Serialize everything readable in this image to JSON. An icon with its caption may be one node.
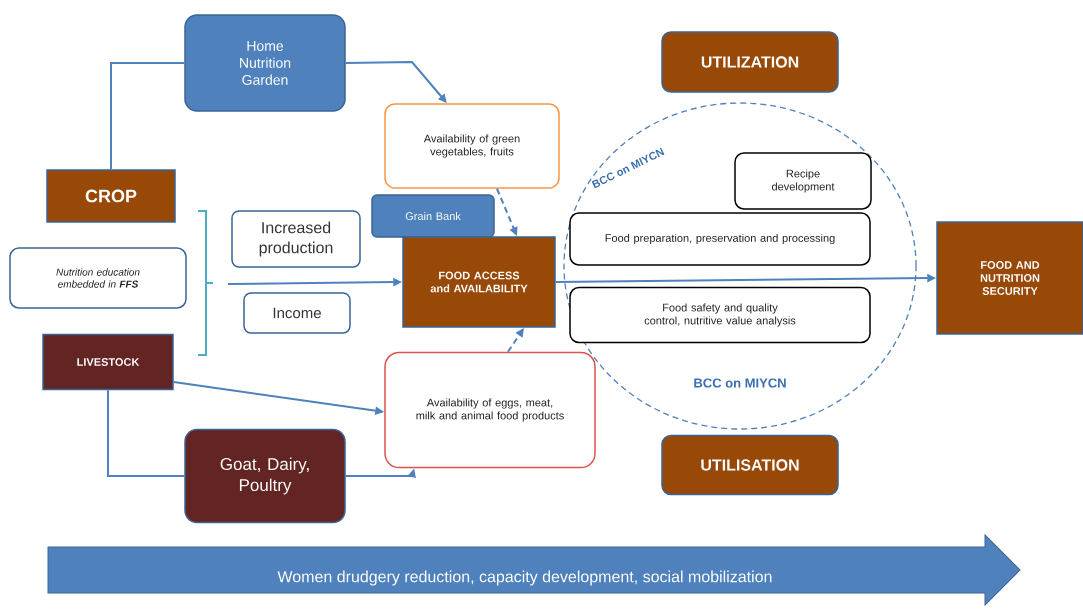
{
  "diagram": {
    "nodes": [
      {
        "text": [
          "Home Nutrition Garden"
        ]
      },
      {
        "text": [
          "UTILIZATION"
        ]
      },
      {
        "text": [
          "Availability of green vegetables, fruits"
        ]
      },
      {
        "text": [
          "CROP"
        ]
      },
      {
        "text": [
          "Recipe development"
        ]
      },
      {
        "text": [
          "Grain Bank"
        ]
      },
      {
        "text": [
          "Nutrition education embedded in **FFS**"
        ]
      },
      {
        "text": [
          "Increased production"
        ]
      },
      {
        "text": [
          "FOOD ACCESS and AVAILABILITY"
        ]
      },
      {
        "text": [
          "Food preparation, preservation and processing"
        ]
      },
      {
        "text": [
          "FOOD AND NUTRITION SECURITY"
        ]
      },
      {
        "text": [
          "Income"
        ]
      },
      {
        "text": [
          "Food safety and quality control, nutritive value analysis"
        ]
      },
      {
        "text": [
          "LIVESTOCK"
        ]
      },
      {
        "text": [
          "Availability of eggs, meat, milk and animal food products"
        ]
      },
      {
        "text": [
          "UTILISATION"
        ]
      },
      {
        "text": [
          "Goat, Dairy, Poultry"
        ]
      },
      {
        "text": [
          "Women drudgery reduction, capacity development, social mobilization"
        ]
      }
    ],
    "edges": [
      {
        "from": 3,
        "to": 0,
        "arrow": "none"
      },
      {
        "from": 0,
        "to": 2,
        "arrow": "to"
      },
      {
        "from": 2,
        "to": 8,
        "arrow": "to",
        "style": "dashed"
      },
      {
        "from": 13,
        "to": 14,
        "arrow": "to"
      },
      {
        "from": 13,
        "to": 16,
        "arrow": "none"
      },
      {
        "from": 16,
        "to": 14,
        "arrow": "to"
      },
      {
        "from": 14,
        "to": 8,
        "arrow": "to",
        "style": "dashed"
      },
      {
        "from": null,
        "to": 8,
        "arrow": "to"
      },
      {
        "from": 8,
        "to": 10,
        "arrow": "to"
      }
    ],
    "labels": [
      "BCC on MIYCN",
      "BCC on MIYCN"
    ]
  }
}
